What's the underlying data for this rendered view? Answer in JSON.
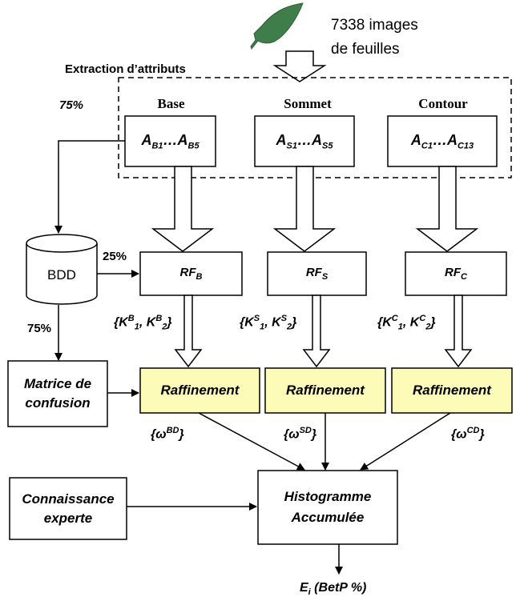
{
  "input": {
    "line1": "7338 images",
    "line2": "de feuilles"
  },
  "extraction_label": "Extraction d’attributs",
  "groups": {
    "base": "Base",
    "sommet": "Sommet",
    "contour": "Contour"
  },
  "attributes": {
    "base": {
      "a1": "A",
      "s1": "B1",
      "mid": "…A",
      "s2": "B5"
    },
    "sommet": {
      "a1": "A",
      "s1": "S1",
      "mid": "…A",
      "s2": "S5"
    },
    "contour": {
      "a1": "A",
      "s1": "C1",
      "mid": "…A",
      "s2": "C13"
    }
  },
  "percentages": {
    "train": "75%",
    "test": "25%",
    "validation": "75%"
  },
  "database_label": "BDD",
  "classifiers": {
    "base": {
      "main": "RF",
      "sub": "B"
    },
    "sommet": {
      "main": "RF",
      "sub": "S"
    },
    "contour": {
      "main": "RF",
      "sub": "C"
    }
  },
  "k_labels": {
    "base": {
      "open": "{K",
      "sup1": "B",
      "sub1": "1",
      "mid": ", K",
      "sup2": "B",
      "sub2": "2",
      "close": "}"
    },
    "sommet": {
      "open": "{K",
      "sup1": "S",
      "sub1": "1",
      "mid": ", K",
      "sup2": "S",
      "sub2": "2",
      "close": "}"
    },
    "contour": {
      "open": "{K",
      "sup1": "C",
      "sub1": "1",
      "mid": ", K",
      "sup2": "C",
      "sub2": "2",
      "close": "}"
    }
  },
  "confusion_matrix": {
    "line1": "Matrice de",
    "line2": "confusion"
  },
  "refinement_label": "Raffinement",
  "omega_labels": {
    "base": {
      "open": "{ω",
      "sup": "BD",
      "close": "}"
    },
    "sommet": {
      "open": "{ω",
      "sup": "SD",
      "close": "}"
    },
    "contour": {
      "open": "{ω",
      "sup": "CD",
      "close": "}"
    }
  },
  "expert": {
    "line1": "Connaissance",
    "line2": "experte"
  },
  "histogram": {
    "line1": "Histogramme",
    "line2": "Accumulée"
  },
  "output": {
    "main": "E",
    "sub": "i",
    "rest": " (BetP %)"
  },
  "colors": {
    "refinement_fill": "#fdfbb8",
    "leaf": "#3f7d4a"
  }
}
